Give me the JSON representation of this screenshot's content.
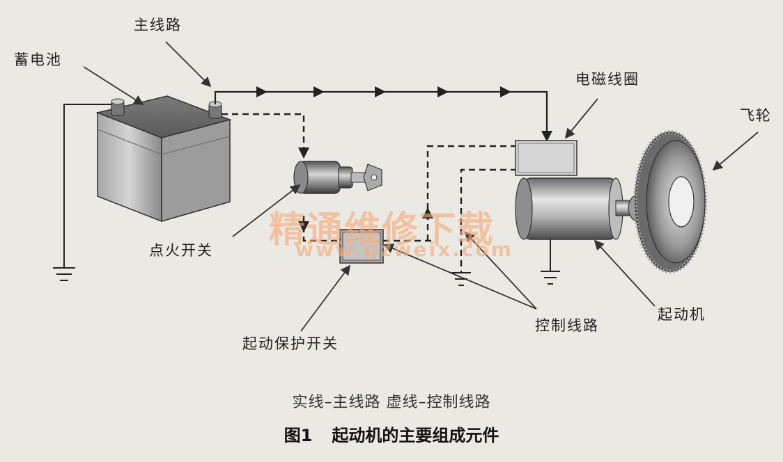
{
  "labels": {
    "main_circuit": "主线路",
    "battery": "蓄电池",
    "solenoid_coil": "电磁线圈",
    "flywheel": "飞轮",
    "ignition_switch": "点火开关",
    "start_protect_switch": "起动保护开关",
    "control_circuit": "控制线路",
    "starter_motor": "起动机"
  },
  "watermark": {
    "text": "精通维修下载",
    "url": "www.gzweix.com"
  },
  "caption": {
    "legend": "实线–主线路 虚线–控制线路",
    "figure_number": "图1",
    "figure_title": "起动机的主要组成元件"
  },
  "colors": {
    "background": "#ebe9e4",
    "line": "#222222",
    "watermark": "#f5aa78"
  }
}
